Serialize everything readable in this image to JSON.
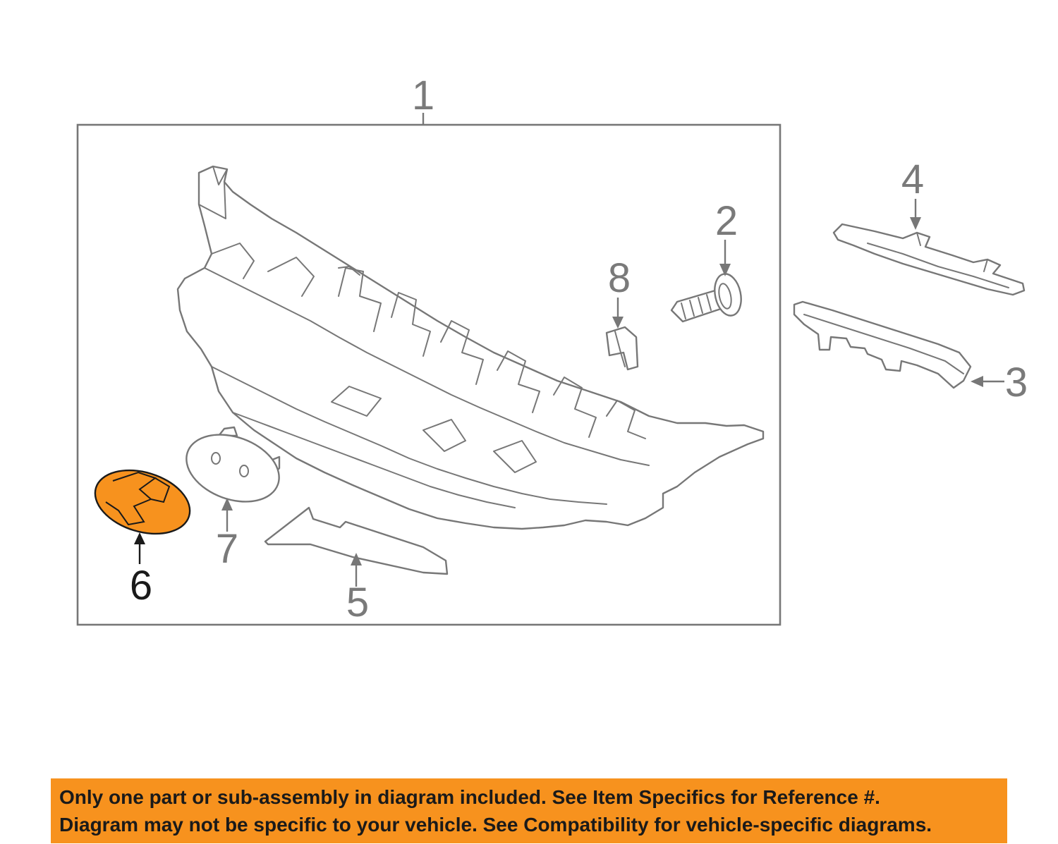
{
  "diagram": {
    "highlight_color": "#f7921e",
    "highlighted_part": "6",
    "callouts": {
      "c1": "1",
      "c2": "2",
      "c3": "3",
      "c4": "4",
      "c5": "5",
      "c6": "6",
      "c7": "7",
      "c8": "8"
    }
  },
  "notice": {
    "line1": "Only one part or sub-assembly in diagram included. See Item Specifics for Reference #.",
    "line2": "Diagram may not be specific to your vehicle. See Compatibility for vehicle-specific diagrams."
  }
}
